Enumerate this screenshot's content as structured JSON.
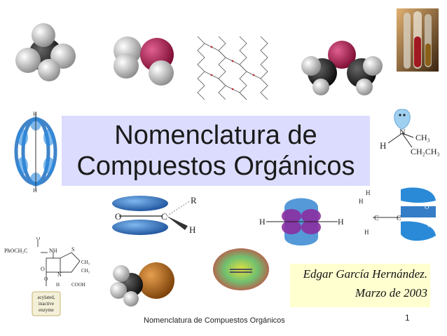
{
  "slide": {
    "title_line1": "Nomenclatura de",
    "title_line2": "Compuestos Orgánicos",
    "author": "Edgar García Hernández.",
    "date": "Marzo de 2003",
    "footer": "Nomenclatura de Compuestos Orgánicos",
    "page_number": "1"
  },
  "labels": {
    "methylamine_h": "H",
    "methylamine_ch3": "CH₃",
    "methylamine_ch2ch3": "CH₂CH₃",
    "methylamine_n": "N",
    "carbonyl_r": "R",
    "carbonyl_o": "O",
    "carbonyl_c": "C",
    "carbonyl_h": "H",
    "pi_h_left": "H",
    "pi_h_right": "H",
    "acid_h1": "H",
    "acid_h2": "H",
    "acid_h3": "H",
    "acid_c1": "C",
    "acid_c2": "C",
    "acid_o1": "O",
    "acid_o2": "O",
    "penicillin_phoch2c": "PhOCH₂C",
    "penicillin_nh": "NH",
    "penicillin_o1": "O",
    "penicillin_o2": "O",
    "penicillin_o3": "O",
    "penicillin_s": "S",
    "penicillin_n": "N",
    "penicillin_h": "H",
    "penicillin_ch3a": "CH₃",
    "penicillin_ch3b": "CH₃",
    "penicillin_cooh": "COOH",
    "enzyme_line1": "acylated,",
    "enzyme_line2": "inactive",
    "enzyme_line3": "enzyme"
  },
  "colors": {
    "title_bg": "#dcdcff",
    "author_bg": "#ffffd0",
    "orbital_blue": "#2a7fd0",
    "orbital_purple": "#8a2fa0"
  }
}
